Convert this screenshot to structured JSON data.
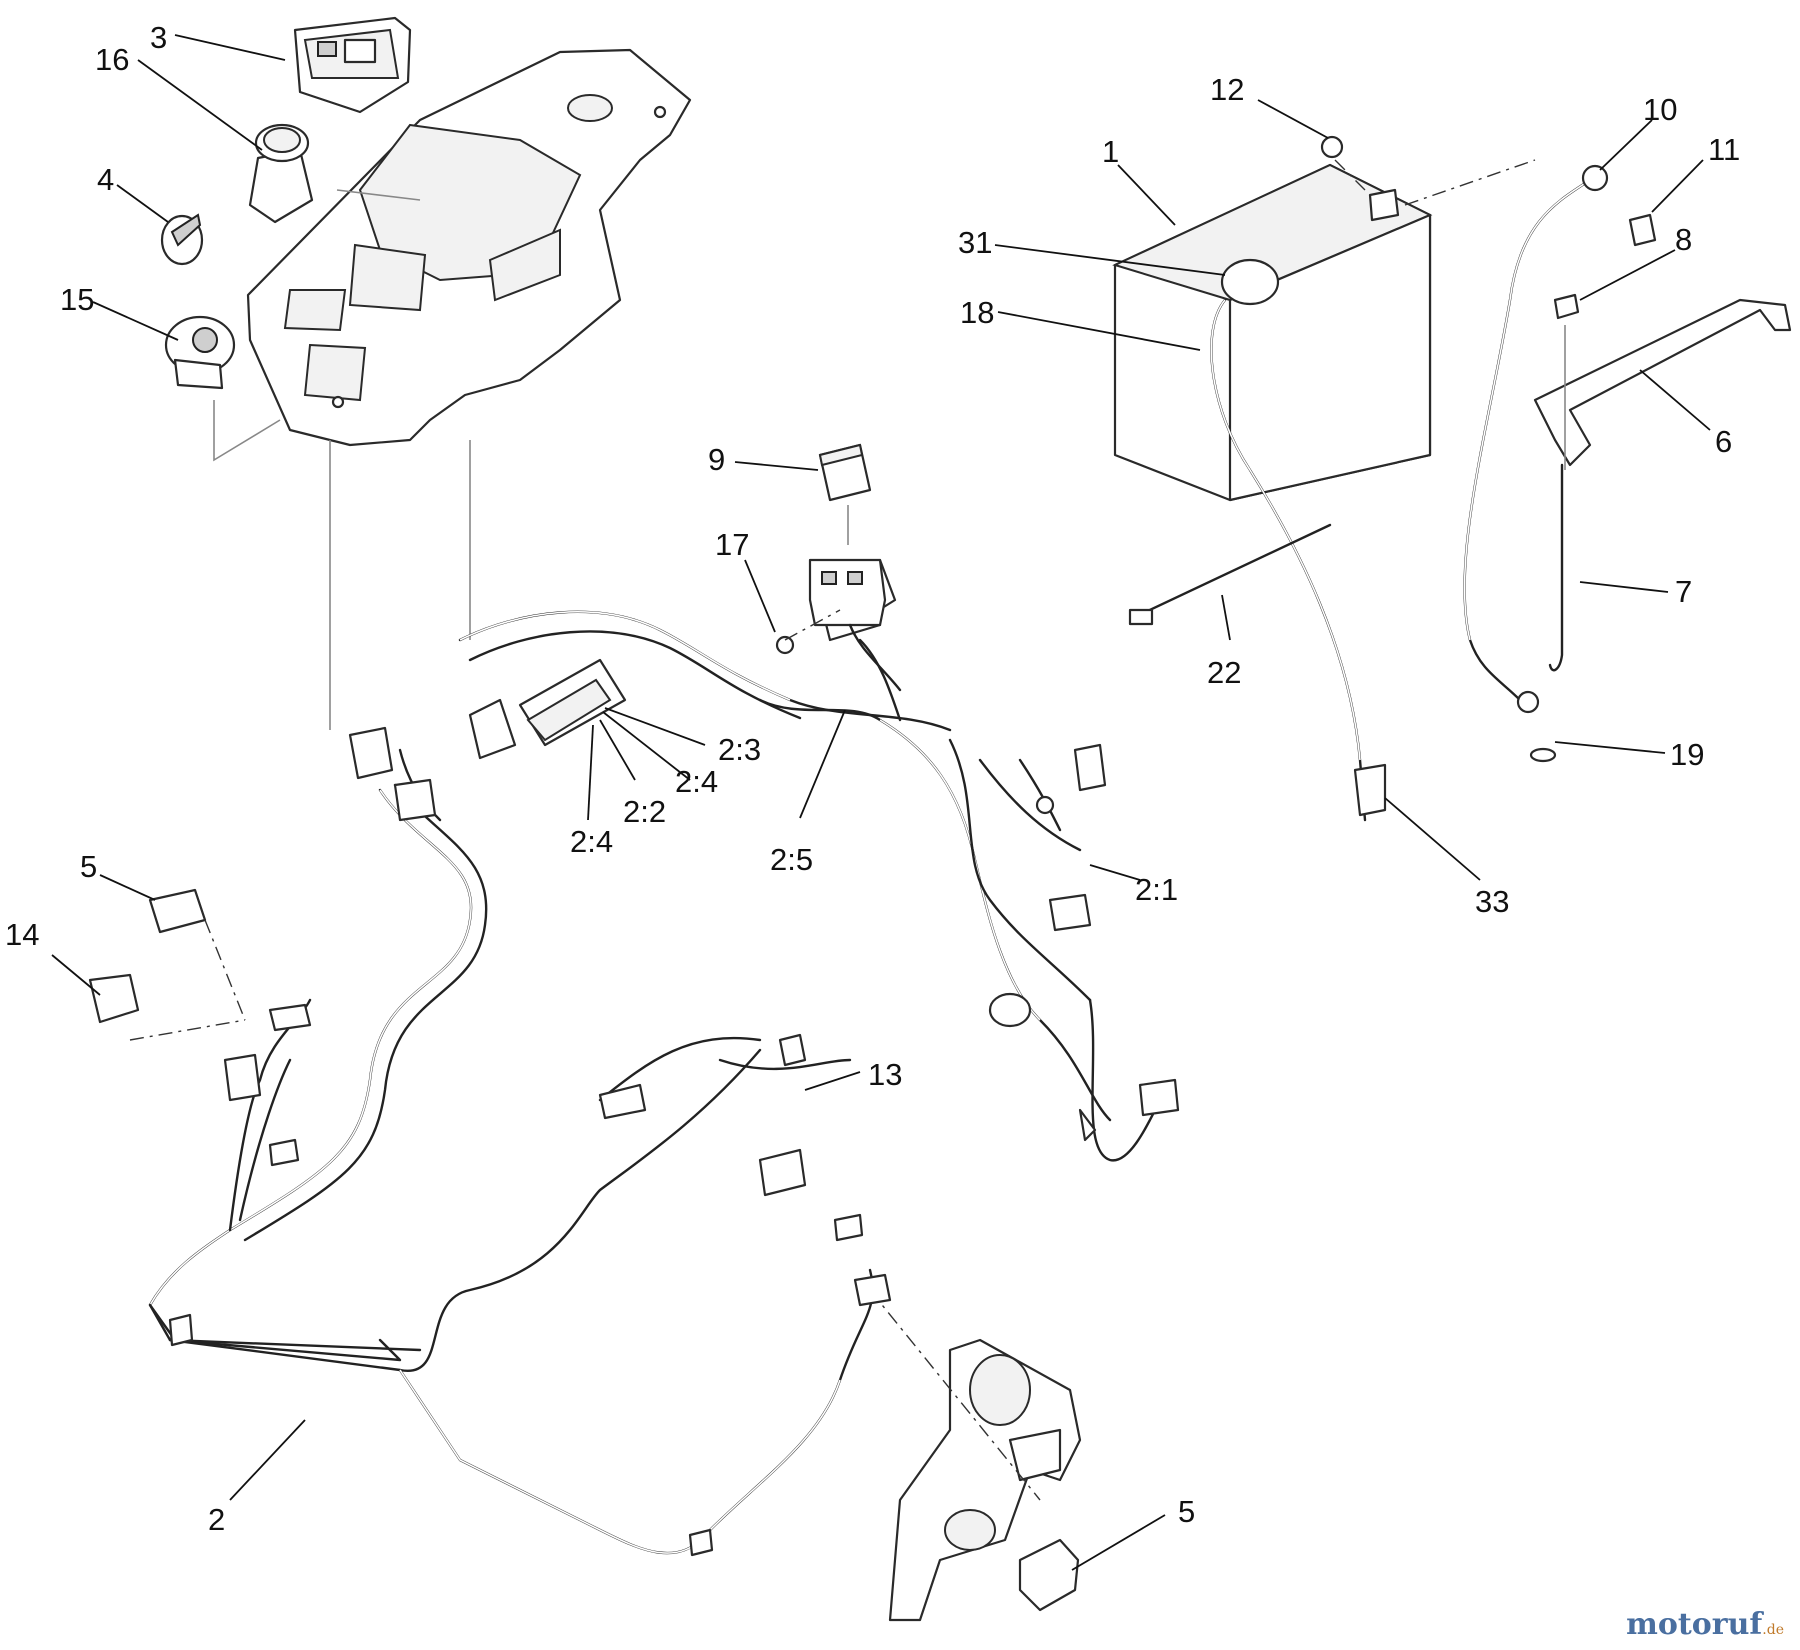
{
  "diagram": {
    "callouts": {
      "c1": "1",
      "c2": "2",
      "c3": "3",
      "c4": "4",
      "c5a": "5",
      "c5b": "5",
      "c6": "6",
      "c7": "7",
      "c8": "8",
      "c9": "9",
      "c10": "10",
      "c11": "11",
      "c12": "12",
      "c13": "13",
      "c14": "14",
      "c15": "15",
      "c16": "16",
      "c17": "17",
      "c18": "18",
      "c19": "19",
      "c22": "22",
      "c31": "31",
      "c33": "33",
      "c2_1": "2:1",
      "c2_2": "2:2",
      "c2_3": "2:3",
      "c2_4a": "2:4",
      "c2_4b": "2:4",
      "c2_5": "2:5"
    }
  },
  "watermark": {
    "brand": "motoruf",
    "tld": ".de"
  }
}
